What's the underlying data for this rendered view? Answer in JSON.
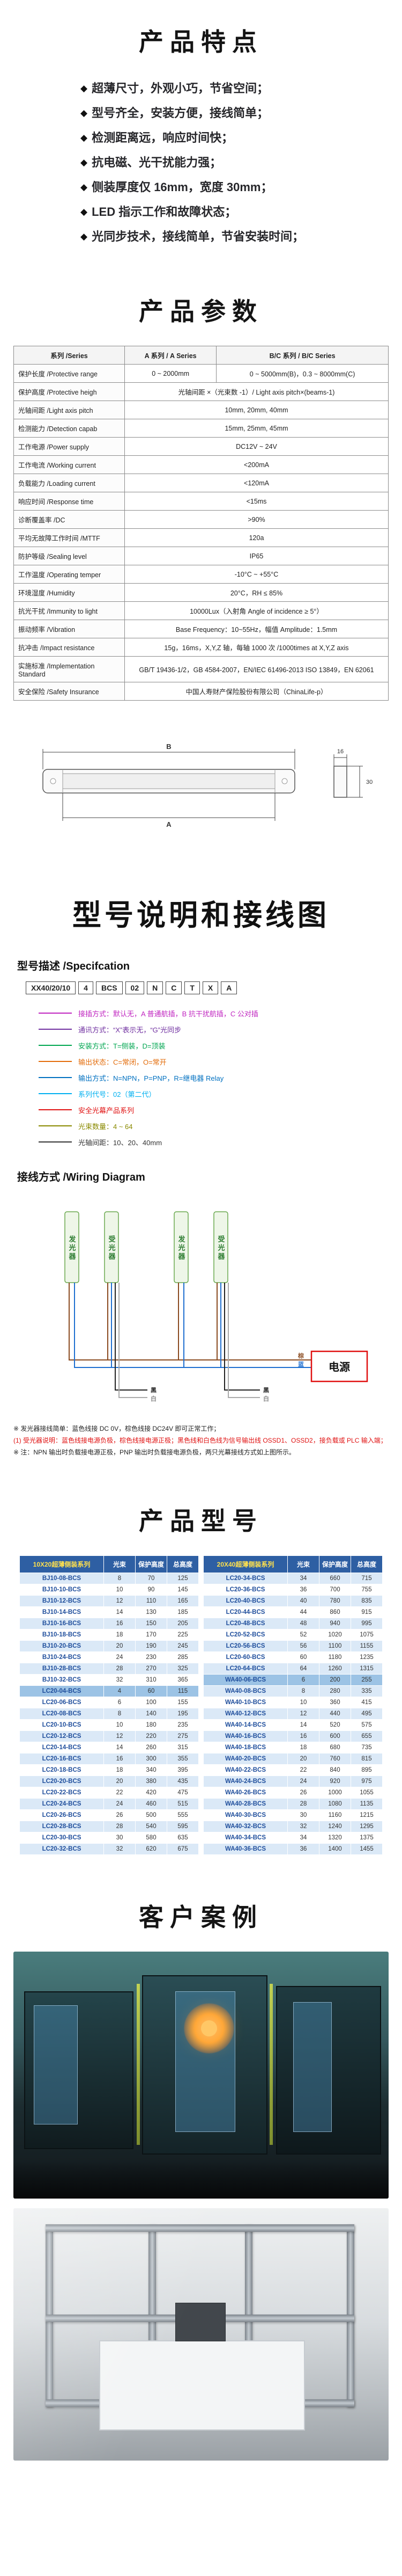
{
  "palette": {
    "title_black": "#141414",
    "table_header_blue": "#2e5fa3",
    "row_stripe_blue": "#dbe9f7",
    "highlight_blue": "#9cc3e5",
    "series_yellow": "#ffe14d",
    "accent_red": "#e01010",
    "model_text_blue": "#1f4e9c"
  },
  "features": {
    "title": "产品特点",
    "bullet": "◆",
    "items": [
      "超薄尺寸，外观小巧，节省空间；",
      "型号齐全，安装方便，接线简单；",
      "检测距离远，响应时间快；",
      "抗电磁、光干扰能力强；",
      "侧装厚度仅 16mm，宽度 30mm；",
      "LED 指示工作和故障状态；",
      "光同步技术，接线简单，节省安装时间；"
    ]
  },
  "params": {
    "title": "产品参数",
    "rows": [
      {
        "header": true,
        "label": "系列 /Series",
        "a": "A 系列 / A Series",
        "bc": "B/C 系列 / B/C Series"
      },
      {
        "label": "保护长度 /Protective range",
        "a": "0 ~ 2000mm",
        "bc": "0 ~ 5000mm(B)，0.3 ~ 8000mm(C)"
      },
      {
        "label": "保护高度 /Protective heigh",
        "value": "光轴间距 ×（光束数 -1）/ Light axis pitch×(beams-1)"
      },
      {
        "label": "光轴间距 /Light axis pitch",
        "value": "10mm, 20mm, 40mm"
      },
      {
        "label": "检测能力 /Detection capab",
        "value": "15mm, 25mm, 45mm"
      },
      {
        "label": "工作电源 /Power supply",
        "value": "DC12V ~ 24V"
      },
      {
        "label": "工作电流 /Working current",
        "value": "<200mA"
      },
      {
        "label": "负载能力 /Loading current",
        "value": "<120mA"
      },
      {
        "label": "响应时间 /Response time",
        "value": "<15ms"
      },
      {
        "label": "诊断覆盖率 /DC",
        "value": ">90%"
      },
      {
        "label": "平均无故障工作时间 /MTTF",
        "value": "120a"
      },
      {
        "label": "防护等级 /Sealing level",
        "value": "IP65"
      },
      {
        "label": "工作温度 /Operating temper",
        "value": "-10°C ~ +55°C"
      },
      {
        "label": "环境湿度 /Humidity",
        "value": "20°C，RH ≤ 85%"
      },
      {
        "label": "抗光干扰 /Immunity to light",
        "value": "10000Lux（入射角 Angle of incidence ≥ 5°）"
      },
      {
        "label": "振动频率 /Vibration",
        "value": "Base Frequency：10~55Hz，幅值 Amplitude：1.5mm"
      },
      {
        "label": "抗冲击 /Impact resistance",
        "value": "15g，16ms，X,Y,Z 轴，每轴 1000 次 /1000times at X,Y,Z axis"
      },
      {
        "label": "实施标准 /Implementation Standard",
        "value": "GB/T 19436-1/2，GB 4584-2007，EN/IEC 61496-2013 ISO 13849，EN 62061"
      },
      {
        "label": "安全保险 /Safety Insurance",
        "value": "中国人寿财产保险股份有限公司（ChinaLife-p）"
      }
    ]
  },
  "drawing": {
    "front_top": "B",
    "front_bottom": "A",
    "side_top": "16",
    "side_right": "30"
  },
  "model": {
    "title": "型号说明和接线图",
    "spec_label": "型号描述 /Specifcation",
    "code_boxes": [
      "XX40/20/10",
      "4",
      "BCS",
      "02",
      "N",
      "C",
      "T",
      "X",
      "A"
    ],
    "annotations": [
      {
        "text": "接插方式：默认无，A 普通航插，B 抗干扰航插，C 公对插",
        "color": "#c026c0"
      },
      {
        "text": "通讯方式：“X”表示无，“G”光同步",
        "color": "#7030a0"
      },
      {
        "text": "安装方式：T=侧装，D=顶装",
        "color": "#00a650"
      },
      {
        "text": "输出状态：C=常闭，O=常开",
        "color": "#e36c0a"
      },
      {
        "text": "输出方式：N=NPN，P=PNP，R=继电器 Relay",
        "color": "#0070c0"
      },
      {
        "text": "系列代号：02（第二代）",
        "color": "#00b0f0"
      },
      {
        "text": "安全光幕产品系列",
        "color": "#e01010"
      },
      {
        "text": "光束数量：4 ~ 64",
        "color": "#8a8a00"
      },
      {
        "text": "光轴间距：10、20、40mm",
        "color": "#333333"
      }
    ]
  },
  "wiring": {
    "label": "接线方式 /Wiring Diagram",
    "emitter": "发光器",
    "receiver": "受光器",
    "power": "电源",
    "wires": {
      "brown": "棕",
      "blue": "蓝",
      "black": "黑",
      "white": "白"
    },
    "notes": [
      {
        "text": "※ 发光器接线简单：蓝色线接 DC 0V，棕色线接 DC24V 即可正常工作；",
        "color": "#222222"
      },
      {
        "text": "(1) 受光器说明：蓝色线接电源负极，棕色线接电源正极；黑色线和白色线为信号输出线 OSSD1、OSSD2，接负载或 PLC 输入端；",
        "color": "#e01010"
      },
      {
        "text": "※ 注：NPN 输出时负载接电源正极，PNP 输出时负载接电源负极，两只光幕接线方式如上图所示。",
        "color": "#222222"
      }
    ]
  },
  "models": {
    "title": "产品型号",
    "columns": [
      "光束",
      "保护高度",
      "总高度"
    ],
    "left": {
      "series_title": "10X20超薄侧装系列",
      "highlight_rows": [
        10
      ],
      "rows": [
        [
          "BJ10-08-BCS",
          "8",
          "70",
          "125"
        ],
        [
          "BJ10-10-BCS",
          "10",
          "90",
          "145"
        ],
        [
          "BJ10-12-BCS",
          "12",
          "110",
          "165"
        ],
        [
          "BJ10-14-BCS",
          "14",
          "130",
          "185"
        ],
        [
          "BJ10-16-BCS",
          "16",
          "150",
          "205"
        ],
        [
          "BJ10-18-BCS",
          "18",
          "170",
          "225"
        ],
        [
          "BJ10-20-BCS",
          "20",
          "190",
          "245"
        ],
        [
          "BJ10-24-BCS",
          "24",
          "230",
          "285"
        ],
        [
          "BJ10-28-BCS",
          "28",
          "270",
          "325"
        ],
        [
          "BJ10-32-BCS",
          "32",
          "310",
          "365"
        ],
        [
          "LC20-04-BCS",
          "4",
          "60",
          "115"
        ],
        [
          "LC20-06-BCS",
          "6",
          "100",
          "155"
        ],
        [
          "LC20-08-BCS",
          "8",
          "140",
          "195"
        ],
        [
          "LC20-10-BCS",
          "10",
          "180",
          "235"
        ],
        [
          "LC20-12-BCS",
          "12",
          "220",
          "275"
        ],
        [
          "LC20-14-BCS",
          "14",
          "260",
          "315"
        ],
        [
          "LC20-16-BCS",
          "16",
          "300",
          "355"
        ],
        [
          "LC20-18-BCS",
          "18",
          "340",
          "395"
        ],
        [
          "LC20-20-BCS",
          "20",
          "380",
          "435"
        ],
        [
          "LC20-22-BCS",
          "22",
          "420",
          "475"
        ],
        [
          "LC20-24-BCS",
          "24",
          "460",
          "515"
        ],
        [
          "LC20-26-BCS",
          "26",
          "500",
          "555"
        ],
        [
          "LC20-28-BCS",
          "28",
          "540",
          "595"
        ],
        [
          "LC20-30-BCS",
          "30",
          "580",
          "635"
        ],
        [
          "LC20-32-BCS",
          "32",
          "620",
          "675"
        ]
      ]
    },
    "right": {
      "series_title": "20X40超薄侧装系列",
      "highlight_rows": [
        9
      ],
      "rows": [
        [
          "LC20-34-BCS",
          "34",
          "660",
          "715"
        ],
        [
          "LC20-36-BCS",
          "36",
          "700",
          "755"
        ],
        [
          "LC20-40-BCS",
          "40",
          "780",
          "835"
        ],
        [
          "LC20-44-BCS",
          "44",
          "860",
          "915"
        ],
        [
          "LC20-48-BCS",
          "48",
          "940",
          "995"
        ],
        [
          "LC20-52-BCS",
          "52",
          "1020",
          "1075"
        ],
        [
          "LC20-56-BCS",
          "56",
          "1100",
          "1155"
        ],
        [
          "LC20-60-BCS",
          "60",
          "1180",
          "1235"
        ],
        [
          "LC20-64-BCS",
          "64",
          "1260",
          "1315"
        ],
        [
          "WA40-06-BCS",
          "6",
          "200",
          "255"
        ],
        [
          "WA40-08-BCS",
          "8",
          "280",
          "335"
        ],
        [
          "WA40-10-BCS",
          "10",
          "360",
          "415"
        ],
        [
          "WA40-12-BCS",
          "12",
          "440",
          "495"
        ],
        [
          "WA40-14-BCS",
          "14",
          "520",
          "575"
        ],
        [
          "WA40-16-BCS",
          "16",
          "600",
          "655"
        ],
        [
          "WA40-18-BCS",
          "18",
          "680",
          "735"
        ],
        [
          "WA40-20-BCS",
          "20",
          "760",
          "815"
        ],
        [
          "WA40-22-BCS",
          "22",
          "840",
          "895"
        ],
        [
          "WA40-24-BCS",
          "24",
          "920",
          "975"
        ],
        [
          "WA40-26-BCS",
          "26",
          "1000",
          "1055"
        ],
        [
          "WA40-28-BCS",
          "28",
          "1080",
          "1135"
        ],
        [
          "WA40-30-BCS",
          "30",
          "1160",
          "1215"
        ],
        [
          "WA40-32-BCS",
          "32",
          "1240",
          "1295"
        ],
        [
          "WA40-34-BCS",
          "34",
          "1320",
          "1375"
        ],
        [
          "WA40-36-BCS",
          "36",
          "1400",
          "1455"
        ]
      ]
    }
  },
  "cases": {
    "title": "客户案例"
  }
}
